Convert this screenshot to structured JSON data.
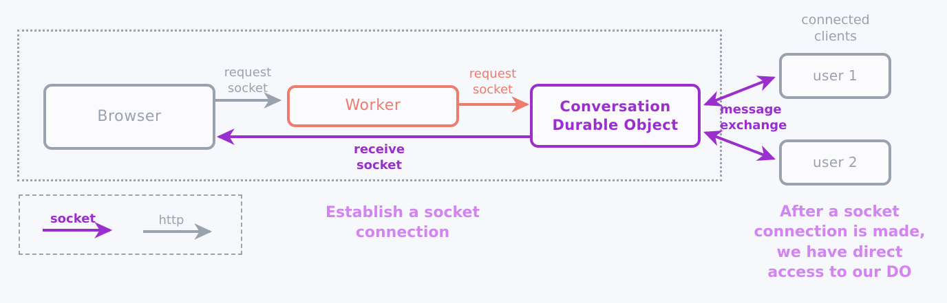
{
  "diagram": {
    "background_color": "#f7f8fb",
    "colors": {
      "gray": "#9aa2ae",
      "coral": "#ed7b6e",
      "purple": "#9a2fce",
      "orchid_caption": "#d285f0"
    },
    "nodes": {
      "browser": "Browser",
      "worker": "Worker",
      "durable_object": "Conversation\nDurable Object",
      "user1": "user 1",
      "user2": "user 2"
    },
    "labels": {
      "connected_clients": "connected\nclients",
      "request_socket_1": "request\nsocket",
      "request_socket_2": "request\nsocket",
      "receive_socket": "receive\nsocket",
      "message_exchange": "message\nexchange"
    },
    "legend": {
      "socket": "socket",
      "http": "http"
    },
    "captions": {
      "establish": "Establish a socket\nconnection",
      "after": "After a socket\nconnection is made,\nwe have direct\naccess to our DO"
    }
  }
}
